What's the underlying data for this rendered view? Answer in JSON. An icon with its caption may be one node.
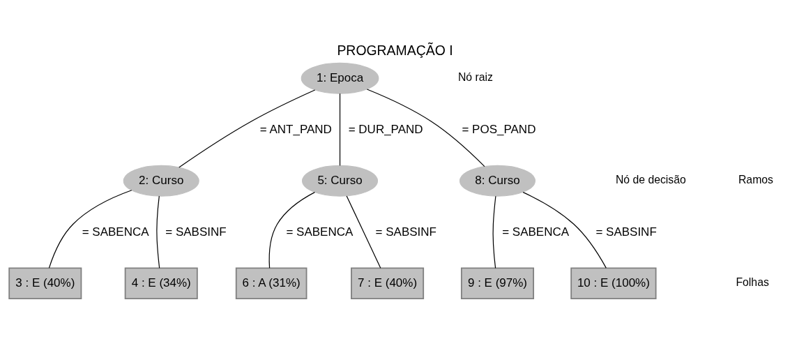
{
  "diagram": {
    "title": "PROGRAMAÇÃO I",
    "nodes": [
      {
        "text": [
          "1: Epoca"
        ]
      },
      {
        "text": [
          "2: Curso"
        ]
      },
      {
        "text": [
          "3 : E (40%)"
        ]
      },
      {
        "text": [
          "4 : E (34%)"
        ]
      },
      {
        "text": [
          "5: Curso"
        ]
      },
      {
        "text": [
          "6 : A (31%)"
        ]
      },
      {
        "text": [
          "7 : E (40%)"
        ]
      },
      {
        "text": [
          "8: Curso"
        ]
      },
      {
        "text": [
          "9 : E (97%)"
        ]
      },
      {
        "text": [
          "10 : E (100%)"
        ]
      }
    ],
    "edges": [
      {
        "from": 0,
        "to": 1,
        "arrow": "none",
        "label": "= ANT_PAND"
      },
      {
        "from": 1,
        "to": 2,
        "arrow": "none",
        "label": "= SABENCA"
      },
      {
        "from": 1,
        "to": 3,
        "arrow": "none",
        "label": "= SABSINF"
      },
      {
        "from": 0,
        "to": 4,
        "arrow": "none",
        "label": "= DUR_PAND"
      },
      {
        "from": 4,
        "to": 5,
        "arrow": "none",
        "label": "= SABENCA"
      },
      {
        "from": 4,
        "to": 6,
        "arrow": "none",
        "label": "= SABSINF"
      },
      {
        "from": 0,
        "to": 7,
        "arrow": "none",
        "label": "= POS_PAND"
      },
      {
        "from": 7,
        "to": 8,
        "arrow": "none",
        "label": "= SABENCA"
      },
      {
        "from": 7,
        "to": 9,
        "arrow": "none",
        "label": "= SABSINF"
      }
    ],
    "labels": [
      "Nó raiz",
      "Ramos",
      "Nó de decisão",
      "Folhas"
    ]
  }
}
